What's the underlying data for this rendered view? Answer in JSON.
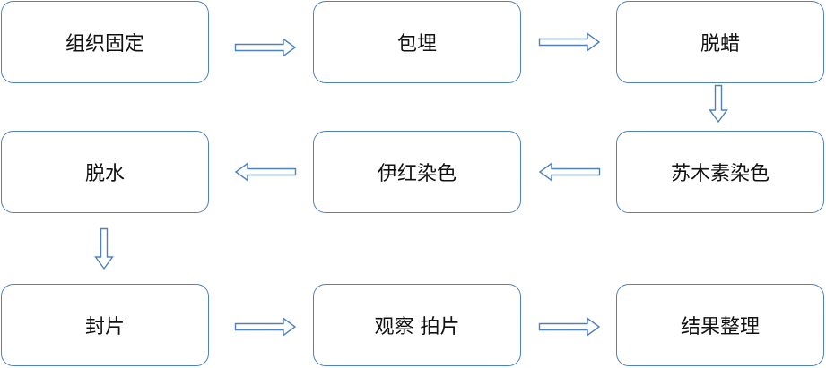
{
  "diagram": {
    "steps": [
      {
        "id": "s1",
        "label": "组织固定"
      },
      {
        "id": "s2",
        "label": "包埋"
      },
      {
        "id": "s3",
        "label": "脱蜡"
      },
      {
        "id": "s4",
        "label": "苏木素染色"
      },
      {
        "id": "s5",
        "label": "伊红染色"
      },
      {
        "id": "s6",
        "label": "脱水"
      },
      {
        "id": "s7",
        "label": "封片"
      },
      {
        "id": "s8",
        "label": "观察 拍片"
      },
      {
        "id": "s9",
        "label": "结果整理"
      }
    ],
    "flow": [
      "s1 → s2",
      "s2 → s3",
      "s3 → s4",
      "s4 → s5",
      "s5 → s6",
      "s6 → s7",
      "s7 → s8",
      "s8 → s9"
    ],
    "colors": {
      "box_border": "#4f81bd",
      "arrow_stroke": "#4f81bd",
      "text": "#111111"
    }
  }
}
